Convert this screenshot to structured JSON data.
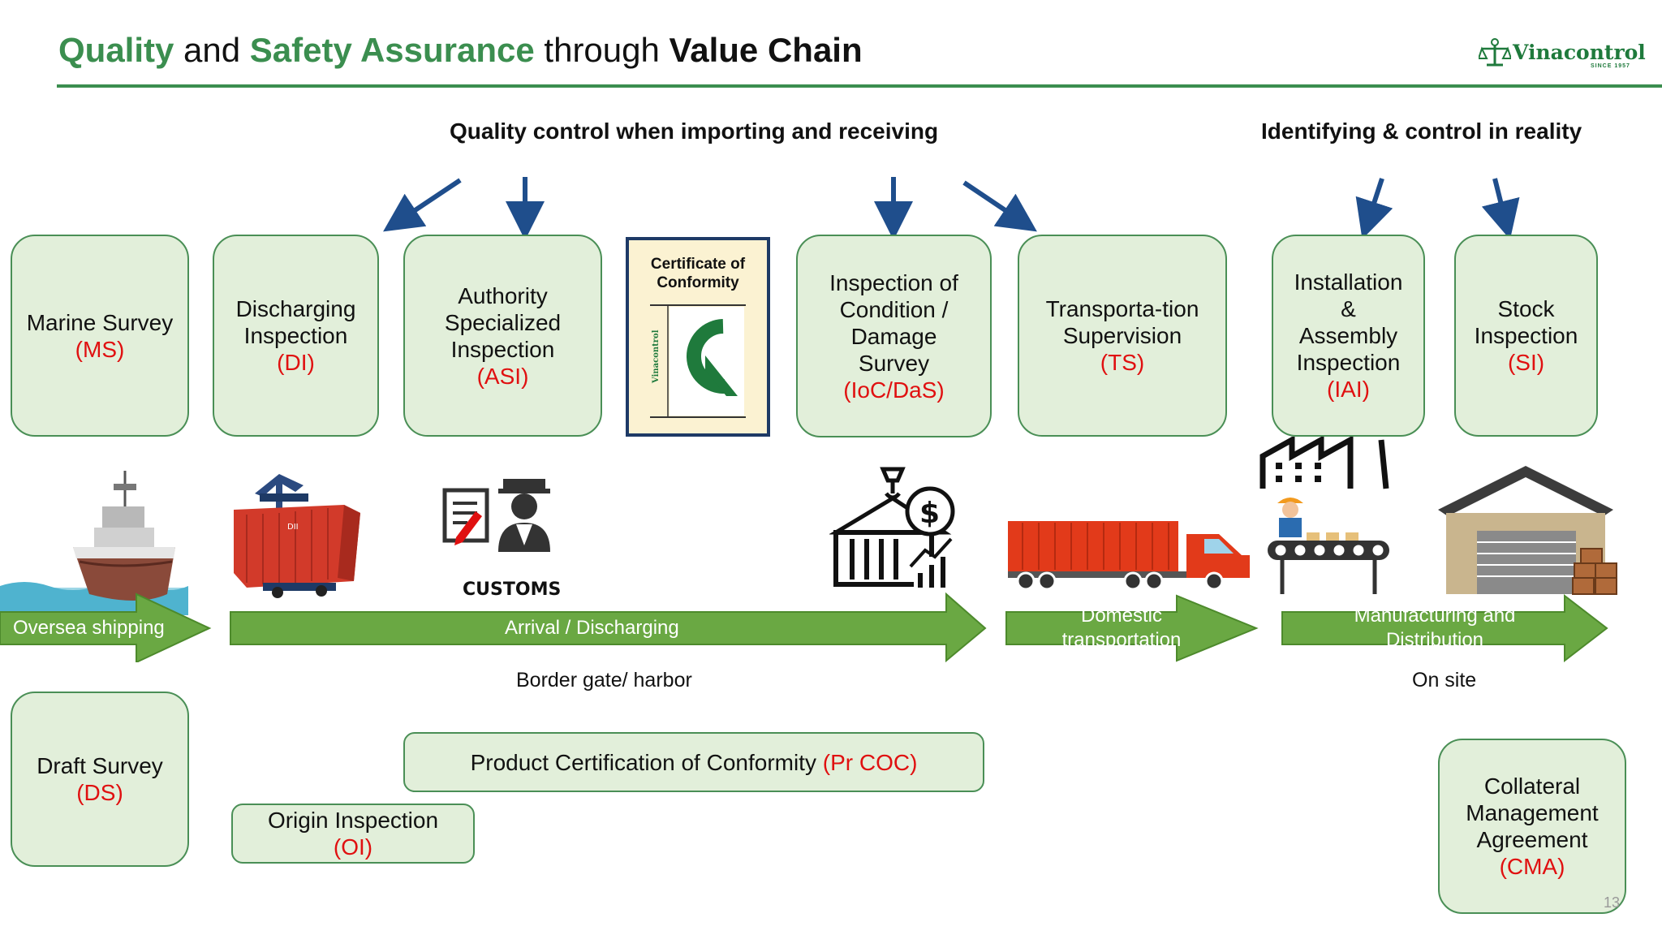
{
  "title": {
    "part1": "Quality",
    "part2": " and ",
    "part3": "Safety Assurance",
    "part4": " through ",
    "part5": "Value Chain"
  },
  "logo": {
    "name": "Vinacontrol",
    "since": "SINCE 1957"
  },
  "sections": {
    "importing": "Quality control when importing and receiving",
    "reality": "Identifying & control in reality"
  },
  "top_boxes": [
    {
      "label": "Marine Survey",
      "code": "(MS)"
    },
    {
      "label": "Discharging Inspection",
      "code": "(DI)"
    },
    {
      "label": "Authority Specialized Inspection",
      "code": "(ASI)"
    },
    {
      "label": "Inspection of Condition / Damage Survey",
      "code": "(IoC/DaS)"
    },
    {
      "label": "Transporta-tion Supervision",
      "code": "(TS)"
    },
    {
      "label": "Installation & Assembly Inspection",
      "code": "(IAI)"
    },
    {
      "label": "Stock Inspection",
      "code": "(SI)"
    }
  ],
  "certificate": {
    "title": "Certificate of Conformity",
    "brand": "Vinacontrol"
  },
  "icons": {
    "customs_label": "CUSTOMS",
    "container_text": "DII"
  },
  "bands": [
    {
      "label": "Oversea shipping"
    },
    {
      "label": "Arrival / Discharging"
    },
    {
      "label": "Domestic transportation"
    },
    {
      "label": "Manufacturing and Distribution"
    }
  ],
  "captions": {
    "border": "Border gate/ harbor",
    "onsite": "On site"
  },
  "bottom_boxes": [
    {
      "label": "Draft Survey",
      "code": "(DS)"
    },
    {
      "label": "Product Certification of Conformity",
      "code": "(Pr COC)"
    },
    {
      "label": "Origin Inspection",
      "code": "(OI)"
    },
    {
      "label": "Collateral Management Agreement",
      "code": "(CMA)"
    }
  ],
  "colors": {
    "brand_green": "#3b8e4f",
    "box_fill": "#e2efda",
    "box_border": "#4a8f56",
    "code_red": "#e01010",
    "band_green": "#6aa843",
    "arrow_blue": "#1f4e8c"
  },
  "slide_number": "13"
}
